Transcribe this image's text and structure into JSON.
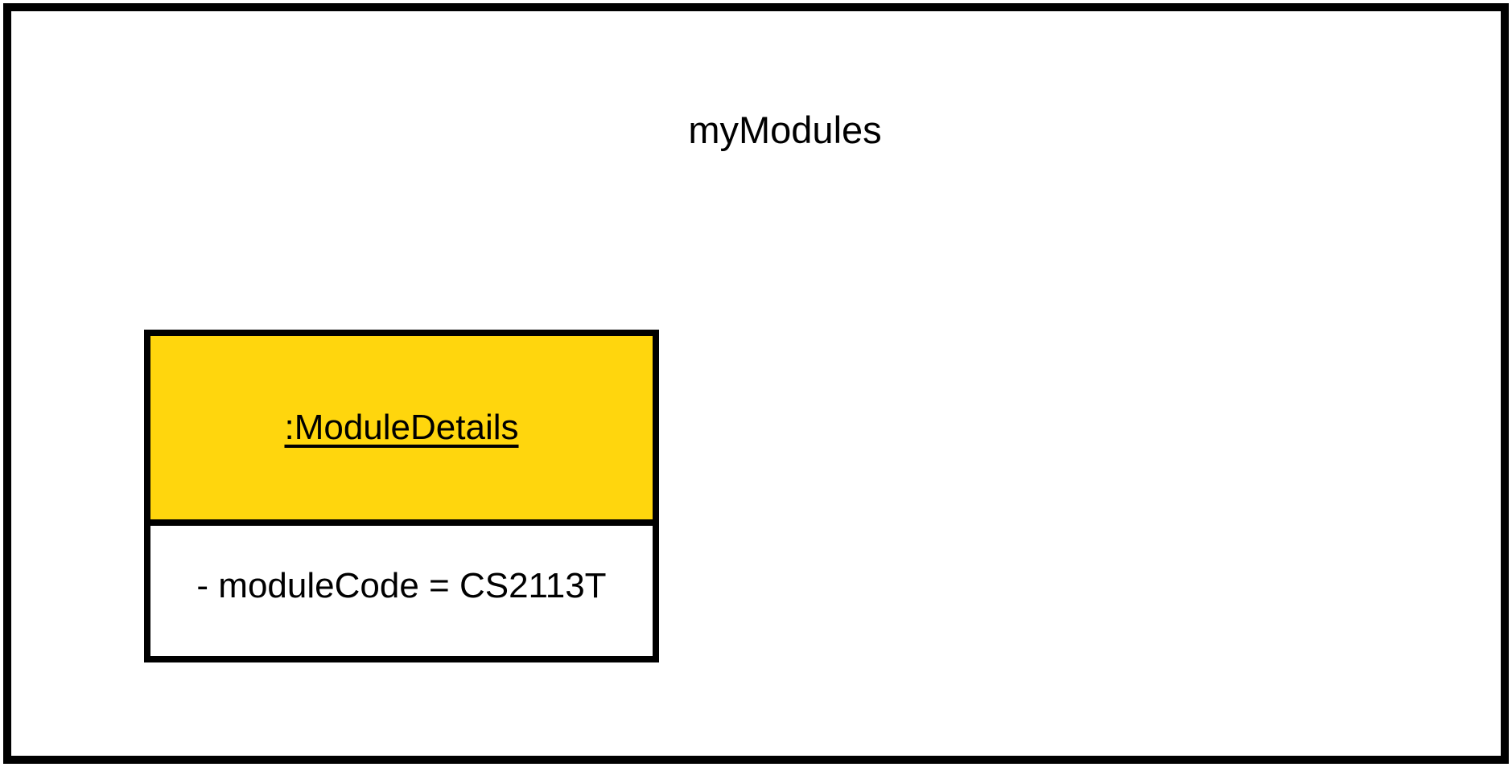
{
  "diagram": {
    "type": "uml-object-diagram",
    "title": "myModules",
    "frame": {
      "border_color": "#000000",
      "background_color": "#ffffff"
    },
    "objects": [
      {
        "name": ":ModuleDetails",
        "class_name": "ModuleDetails",
        "instance_name": "",
        "name_underlined": true,
        "header_fill_color": "#ffd60d",
        "border_color": "#000000",
        "body_fill_color": "#ffffff",
        "attributes": [
          {
            "visibility": "-",
            "name": "moduleCode",
            "value": "CS2113T",
            "text": "- moduleCode = CS2113T"
          }
        ]
      }
    ]
  }
}
